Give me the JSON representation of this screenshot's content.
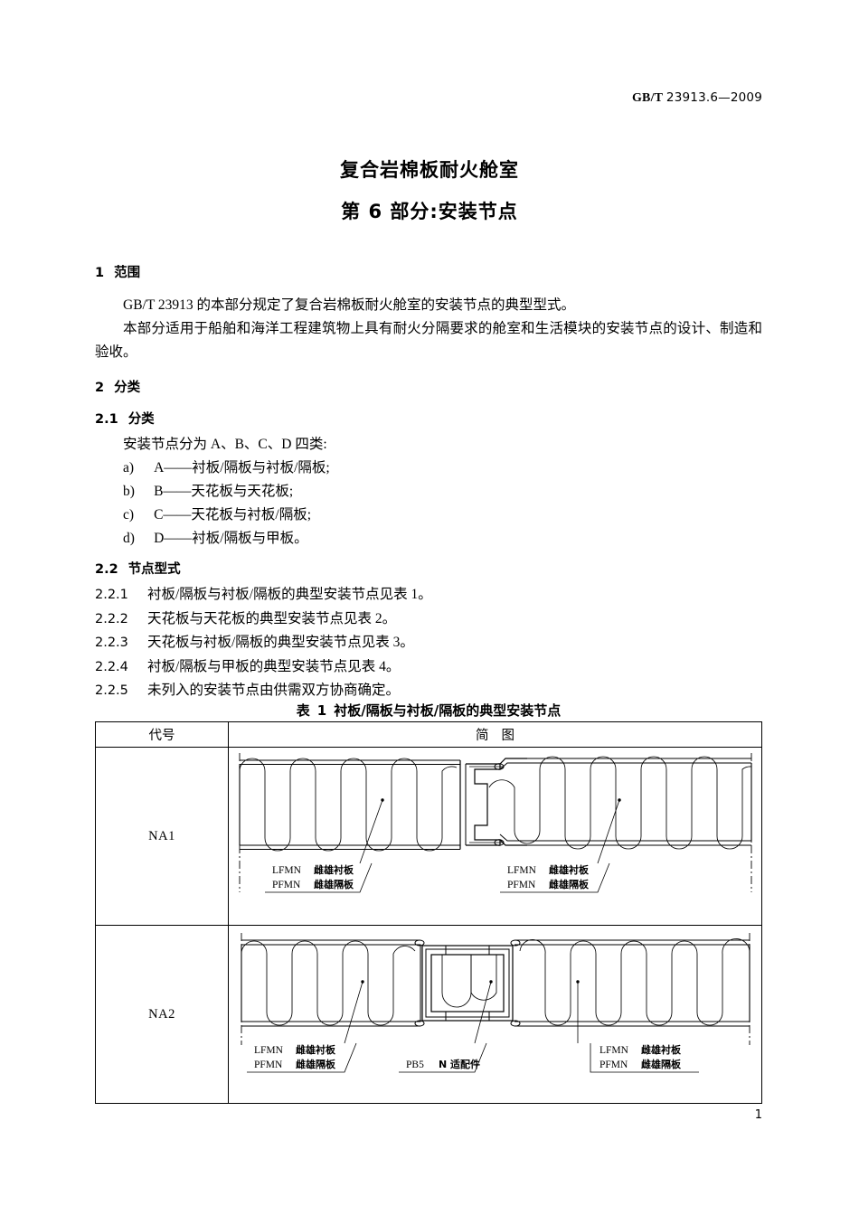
{
  "header": {
    "standard_prefix": "GB/T",
    "standard_number": "23913.6—2009"
  },
  "title": {
    "line1": "复合岩棉板耐火舱室",
    "line2": "第 6 部分:安装节点"
  },
  "sections": {
    "scope": {
      "number": "1",
      "heading": "范围",
      "para1": "GB/T 23913 的本部分规定了复合岩棉板耐火舱室的安装节点的典型型式。",
      "para2": "本部分适用于船舶和海洋工程建筑物上具有耐火分隔要求的舱室和生活模块的安装节点的设计、制造和验收。"
    },
    "classification": {
      "number": "2",
      "heading": "分类",
      "sub1": {
        "number": "2.1",
        "heading": "分类",
        "intro": "安装节点分为 A、B、C、D 四类:",
        "items": [
          {
            "label": "a)",
            "text": "A——衬板/隔板与衬板/隔板;"
          },
          {
            "label": "b)",
            "text": "B——天花板与天花板;"
          },
          {
            "label": "c)",
            "text": "C——天花板与衬板/隔板;"
          },
          {
            "label": "d)",
            "text": "D——衬板/隔板与甲板。"
          }
        ]
      },
      "sub2": {
        "number": "2.2",
        "heading": "节点型式",
        "clauses": [
          {
            "number": "2.2.1",
            "text": "衬板/隔板与衬板/隔板的典型安装节点见表 1。"
          },
          {
            "number": "2.2.2",
            "text": "天花板与天花板的典型安装节点见表 2。"
          },
          {
            "number": "2.2.3",
            "text": "天花板与衬板/隔板的典型安装节点见表 3。"
          },
          {
            "number": "2.2.4",
            "text": "衬板/隔板与甲板的典型安装节点见表 4。"
          },
          {
            "number": "2.2.5",
            "text": "未列入的安装节点由供需双方协商确定。"
          }
        ]
      }
    }
  },
  "table1": {
    "caption_prefix": "表",
    "caption_number": "1",
    "caption_text": "衬板/隔板与衬板/隔板的典型安装节点",
    "columns": [
      {
        "label": "代号"
      },
      {
        "label_a": "简",
        "label_b": "图"
      }
    ],
    "rows": [
      {
        "code": "NA1",
        "callouts": [
          {
            "code": "LFMN",
            "name": "雌雄衬板"
          },
          {
            "code": "PFMN",
            "name": "雌雄隔板"
          },
          {
            "code": "LFMN",
            "name": "雌雄衬板"
          },
          {
            "code": "PFMN",
            "name": "雌雄隔板"
          }
        ]
      },
      {
        "code": "NA2",
        "callouts": [
          {
            "code": "LFMN",
            "name": "雌雄衬板"
          },
          {
            "code": "PFMN",
            "name": "雌雄隔板"
          },
          {
            "code": "PB5",
            "name": "N 适配件"
          },
          {
            "code": "LFMN",
            "name": "雌雄衬板"
          },
          {
            "code": "PFMN",
            "name": "雌雄隔板"
          }
        ]
      }
    ]
  },
  "footer": {
    "page_number": "1"
  }
}
